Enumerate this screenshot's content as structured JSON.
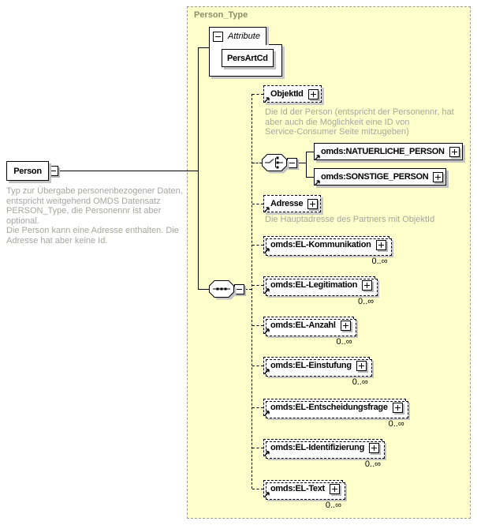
{
  "diagram": {
    "kind": "xml-schema-content-model",
    "root_element": {
      "label": "Person",
      "description": "Typ zur Übergabe personenbezogener Daten,\nentspricht weitgehend OMDS Datensatz\nPERSON_Type, die Personennr ist aber optional.\nDie Person kann eine Adresse enthalten. Die\nAdresse hat aber keine Id."
    },
    "panel": {
      "title": "Person_Type",
      "attribute_section": {
        "label": "Attribute",
        "attributes": [
          {
            "name": "PersArtCd"
          }
        ]
      }
    },
    "connectors": {
      "sequence": "sequence-connector",
      "choice": "choice-connector"
    },
    "elements": [
      {
        "label": "ObjektId",
        "optional": true,
        "description": "Die Id der Person (entspricht der Personennr, hat\naber auch die Möglichkeit eine ID von\nService-Consumer Seite mitzugeben)"
      },
      {
        "label": "omds:NATUERLICHE_PERSON",
        "optional": false
      },
      {
        "label": "omds:SONSTIGE_PERSON",
        "optional": false
      },
      {
        "label": "Adresse",
        "optional": true,
        "description": "Die Hauptadresse des Partners mit ObjektId"
      },
      {
        "label": "omds:EL-Kommunikation",
        "occurs": "0..∞"
      },
      {
        "label": "omds:EL-Legitimation",
        "occurs": "0..∞"
      },
      {
        "label": "omds:EL-Anzahl",
        "occurs": "0..∞"
      },
      {
        "label": "omds:EL-Einstufung",
        "occurs": "0..∞"
      },
      {
        "label": "omds:EL-Entscheidungsfrage",
        "occurs": "0..∞"
      },
      {
        "label": "omds:EL-Identifizierung",
        "occurs": "0..∞"
      },
      {
        "label": "omds:EL-Text",
        "occurs": "0..∞"
      }
    ],
    "icons": {
      "collapse": "minus-icon",
      "expand": "plus-icon",
      "reference": "northeast-arrow-icon"
    },
    "colors": {
      "panel_bg": "#ffffcb",
      "panel_border": "#9c9c9c",
      "panel_title": "#8e8e68",
      "box_border": "#000000",
      "shadow": "#c3c3c3",
      "description_text": "#a6a69e"
    }
  }
}
